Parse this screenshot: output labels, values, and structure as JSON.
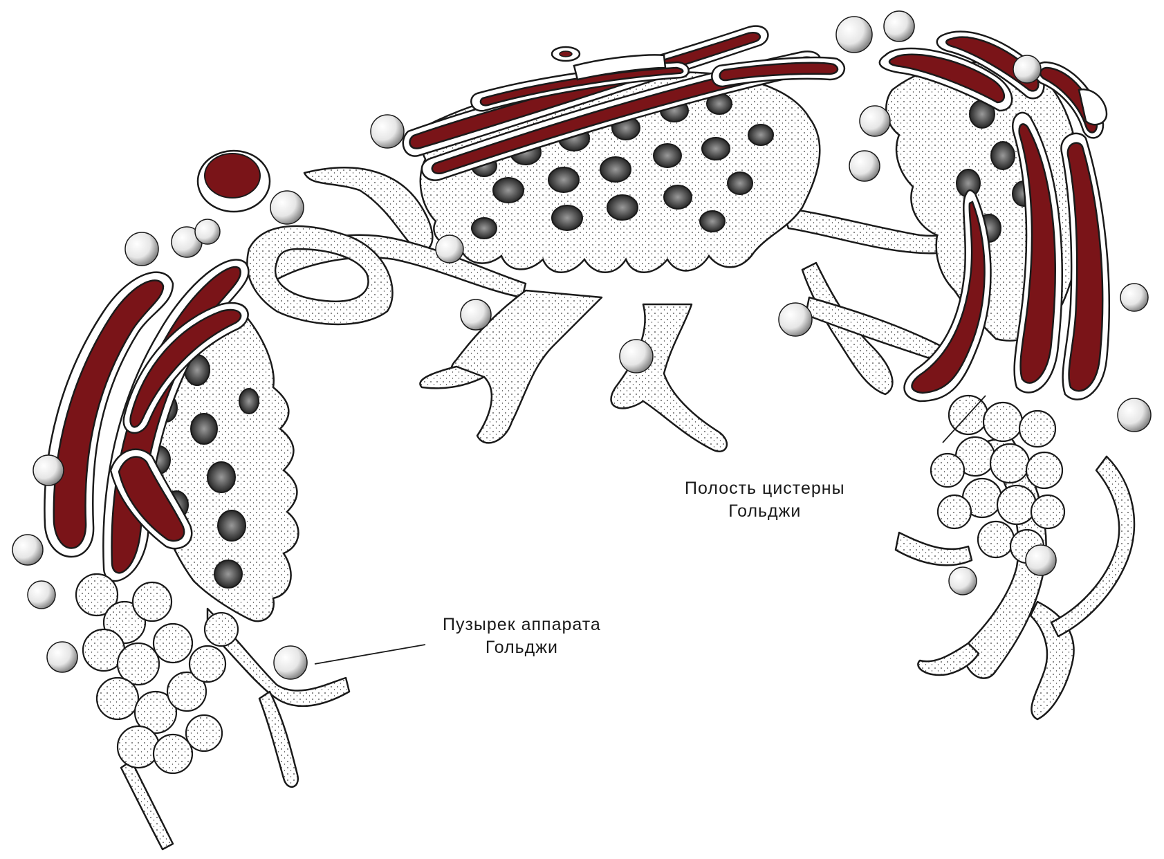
{
  "labels": {
    "cisterna_cavity": {
      "line1": "Полость цистерны",
      "line2": "Гольджи"
    },
    "golgi_vesicle": {
      "line1": "Пузырек аппарата",
      "line2": "Гольджи"
    }
  },
  "colors": {
    "lumen": "#7a1418",
    "membrane": "#ffffff",
    "outline": "#1a1a1a",
    "stipple": "#3a3a3a",
    "background": "#ffffff"
  }
}
